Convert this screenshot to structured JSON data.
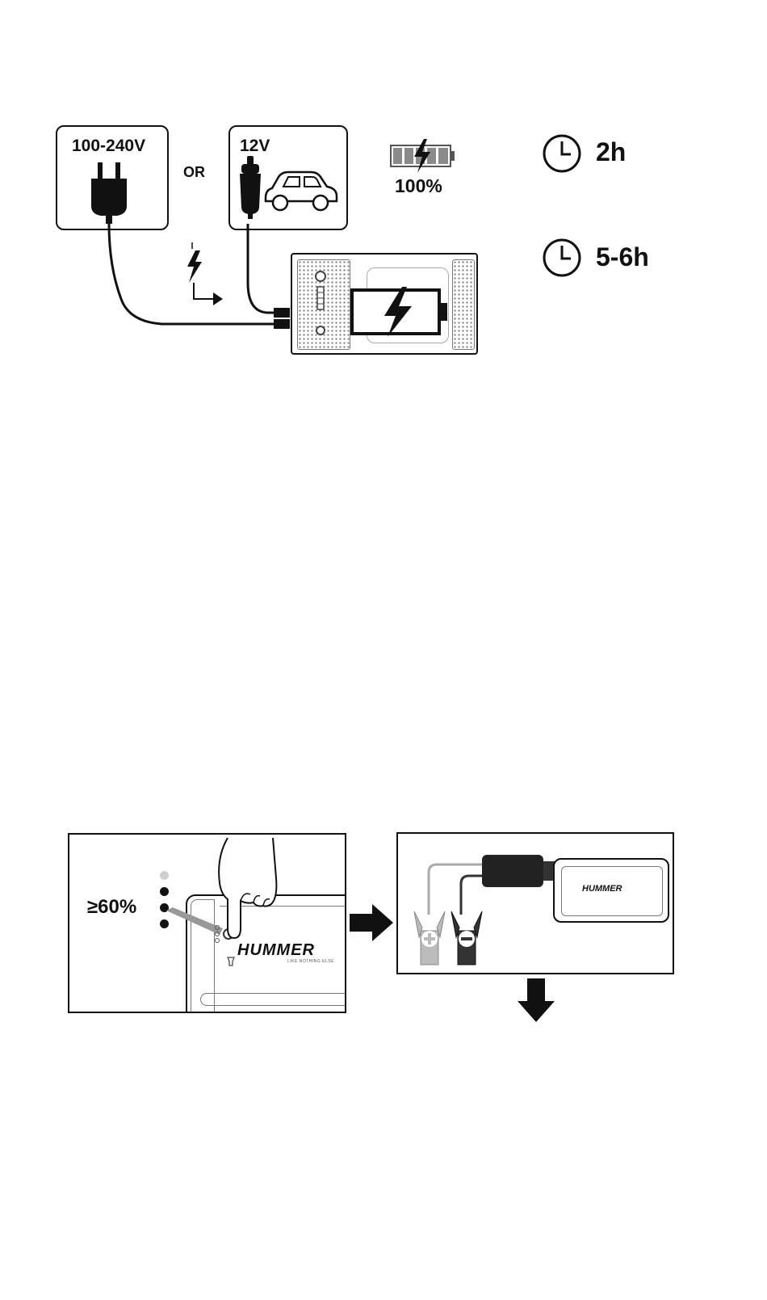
{
  "charging": {
    "ac_label": "100-240V",
    "or_label": "OR",
    "car_label": "12V",
    "battery_percent": "100%",
    "time_ac": "2h",
    "time_car": "5-6h"
  },
  "jump_start": {
    "level_label": "≥60%",
    "brand": "HUMMER",
    "brand_small": "HUMMER",
    "tagline": "LIKE NOTHING ELSE"
  },
  "colors": {
    "ink": "#111111",
    "gray": "#8a8a8a",
    "light_gray": "#cfcfcf"
  }
}
